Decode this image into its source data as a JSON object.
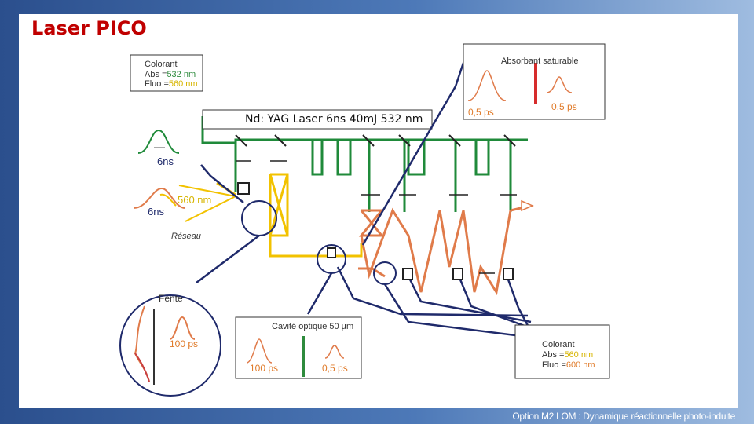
{
  "title": "Laser PICO",
  "dye1": {
    "line1": "Colorant",
    "abs_prefix": "Abs =",
    "abs_value": "532 nm",
    "fluo_prefix": "Fluo =",
    "fluo_value": "560 nm"
  },
  "saturable_absorber": {
    "label": "Absorbant saturable",
    "pulse_left": "0,5 ps",
    "pulse_right": "0,5 ps"
  },
  "pump_laser": "Nd: YAG Laser 6ns 40mJ 532 nm",
  "pulse_6ns_green": "6ns",
  "pulse_6ns_orange": "6ns",
  "wavelength_560": "560 nm",
  "grating": "Réseau",
  "slit": "Fente",
  "slit_pulse": "100 ps",
  "cavity": {
    "label": "Cavité optique 50 µm",
    "pulse_left": "100 ps",
    "pulse_right": "0,5 ps"
  },
  "dye2": {
    "line1": "Colorant",
    "abs_prefix": "Abs =",
    "abs_value": "560 nm",
    "fluo_prefix": "Fluo =",
    "fluo_value": "600 nm"
  },
  "footer": "Option M2 LOM : Dynamique réactionnelle photo-induite",
  "colors": {
    "pump_green": "#1f8a3a",
    "dye_orange": "#e07b4a",
    "yellow_beam": "#f2c200",
    "navy": "#1f2a6b",
    "red": "#c00000"
  }
}
